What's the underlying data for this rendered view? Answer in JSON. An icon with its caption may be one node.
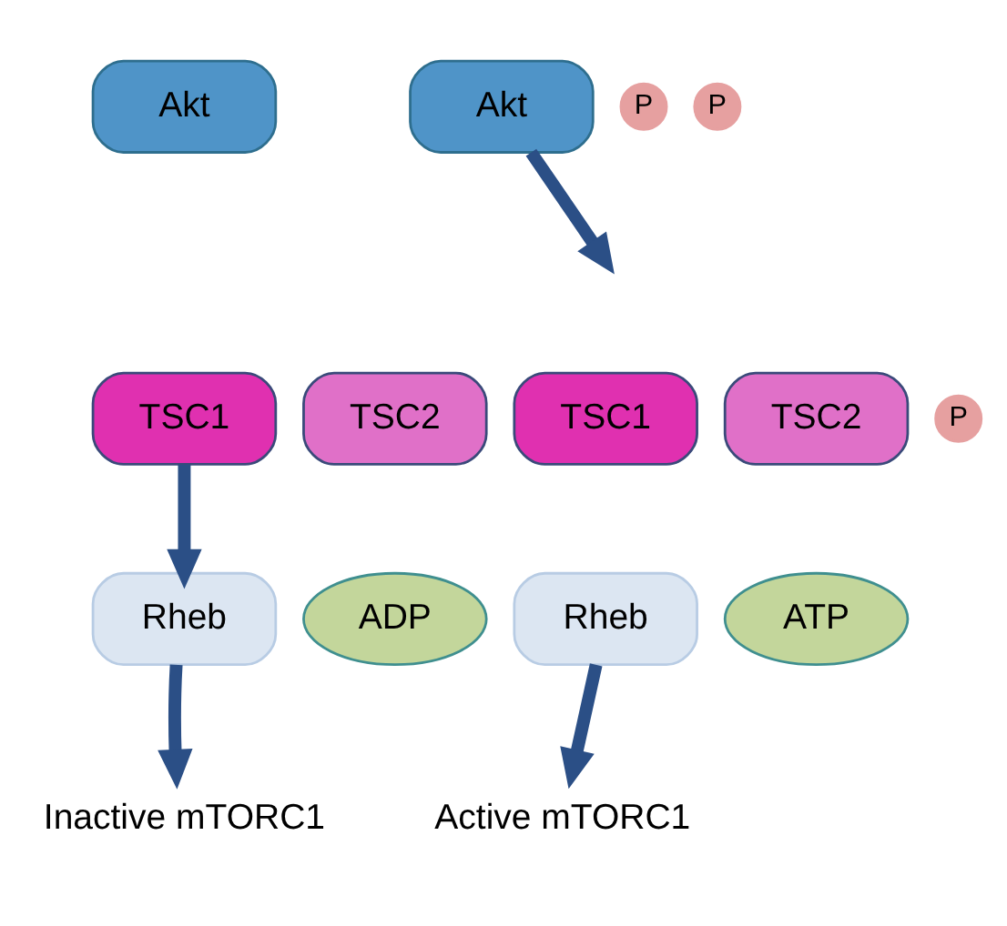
{
  "diagram": {
    "nodes": [
      {
        "text": [
          "Akt"
        ]
      },
      {
        "text": [
          "TSC1"
        ]
      },
      {
        "text": [
          "TSC2"
        ]
      },
      {
        "text": [
          "Rheb"
        ]
      },
      {
        "text": [
          "ADP"
        ]
      },
      {
        "text": [
          "Inactive mTORC1"
        ]
      },
      {
        "text": [
          "Akt"
        ]
      },
      {
        "text": [
          "P"
        ]
      },
      {
        "text": [
          "P"
        ]
      },
      {
        "text": [
          "TSC1"
        ]
      },
      {
        "text": [
          "TSC2"
        ]
      },
      {
        "text": [
          "P"
        ]
      },
      {
        "text": [
          "Rheb"
        ]
      },
      {
        "text": [
          "ATP"
        ]
      },
      {
        "text": [
          "Active mTORC1"
        ]
      }
    ],
    "edges": [
      {
        "from": 1,
        "to": 3,
        "arrow": "to"
      },
      {
        "from": 3,
        "to": 5,
        "arrow": "to"
      },
      {
        "from": 6,
        "to": null,
        "arrow": "to"
      },
      {
        "from": 12,
        "to": 14,
        "arrow": "to"
      }
    ]
  }
}
